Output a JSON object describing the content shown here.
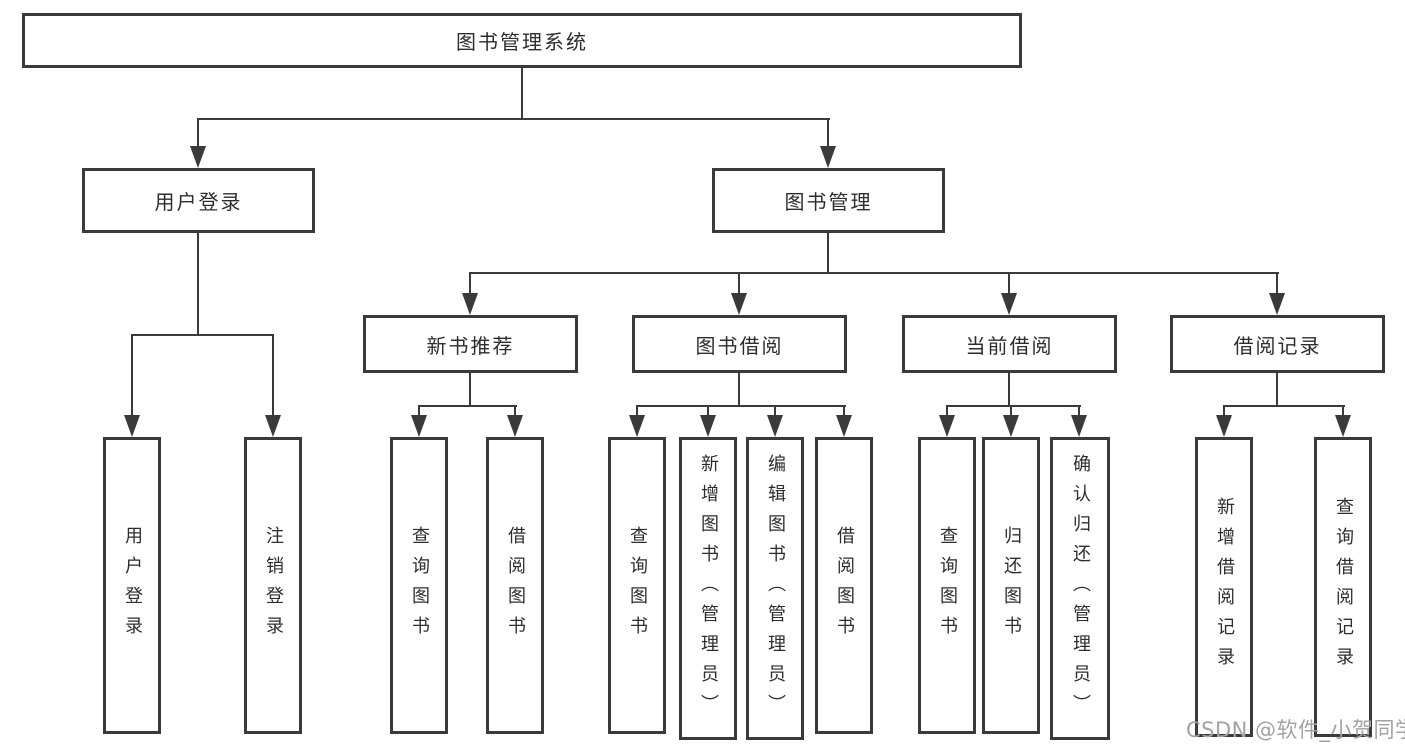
{
  "diagram": {
    "title": "图书管理系统",
    "root": {
      "label": "图书管理系统"
    },
    "level2": {
      "user_login": {
        "label": "用户登录"
      },
      "book_mgmt": {
        "label": "图书管理"
      }
    },
    "level3": {
      "new_books": {
        "label": "新书推荐"
      },
      "book_borrow": {
        "label": "图书借阅"
      },
      "current_borrow": {
        "label": "当前借阅"
      },
      "borrow_records": {
        "label": "借阅记录"
      }
    },
    "leaves": {
      "user_login_leaf": {
        "label": "用户登录"
      },
      "logout": {
        "label": "注销登录"
      },
      "nb_query": {
        "label": "查询图书"
      },
      "nb_borrow": {
        "label": "借阅图书"
      },
      "bb_query": {
        "label": "查询图书"
      },
      "bb_add": {
        "label": "新增图书（管理员）"
      },
      "bb_edit": {
        "label": "编辑图书（管理员）"
      },
      "bb_borrow": {
        "label": "借阅图书"
      },
      "cb_query": {
        "label": "查询图书"
      },
      "cb_return": {
        "label": "归还图书"
      },
      "cb_confirm": {
        "label": "确认归还（管理员）"
      },
      "br_add": {
        "label": "新增借阅记录"
      },
      "br_query": {
        "label": "查询借阅记录"
      }
    },
    "colors": {
      "line": "#3a3a3a",
      "text": "#2d2d2d",
      "watermark": "#a2a2a2"
    },
    "watermark": "CSDN @软件_小贺同学"
  }
}
